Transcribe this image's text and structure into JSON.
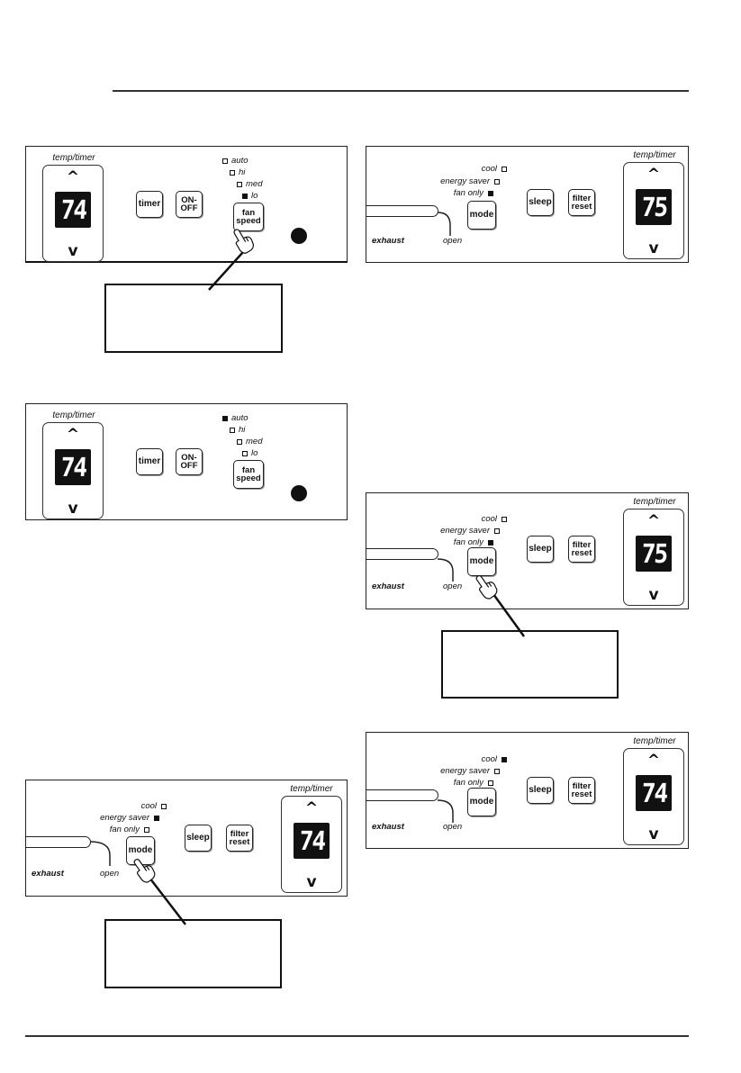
{
  "temp_timer_label": "temp/timer",
  "arrow_up": "^",
  "arrow_down": "v",
  "buttons": {
    "timer": "timer",
    "on_off_line1": "ON-",
    "on_off_line2": "OFF",
    "fan_line1": "fan",
    "fan_line2": "speed",
    "mode": "mode",
    "sleep": "sleep",
    "filter_line1": "filter",
    "filter_line2": "reset"
  },
  "fan_labels": {
    "auto": "auto",
    "hi": "hi",
    "med": "med",
    "lo": "lo"
  },
  "mode_labels": {
    "cool": "cool",
    "energy_saver": "energy saver",
    "fan_only": "fan only"
  },
  "exhaust_label": "exhaust",
  "open_label": "open",
  "panels": {
    "fan_panel_1": {
      "display": "74",
      "active_fan": "lo"
    },
    "fan_panel_2": {
      "display": "74",
      "active_fan": "auto"
    },
    "mode_panel_1": {
      "display": "75",
      "active_mode": "fan only"
    },
    "mode_panel_2": {
      "display": "75",
      "active_mode": "fan only"
    },
    "mode_panel_3": {
      "display": "74",
      "active_mode": "energy saver"
    },
    "mode_panel_4": {
      "display": "74",
      "active_mode": "cool"
    }
  },
  "colors": {
    "ink": "#111111",
    "paper": "#ffffff"
  }
}
